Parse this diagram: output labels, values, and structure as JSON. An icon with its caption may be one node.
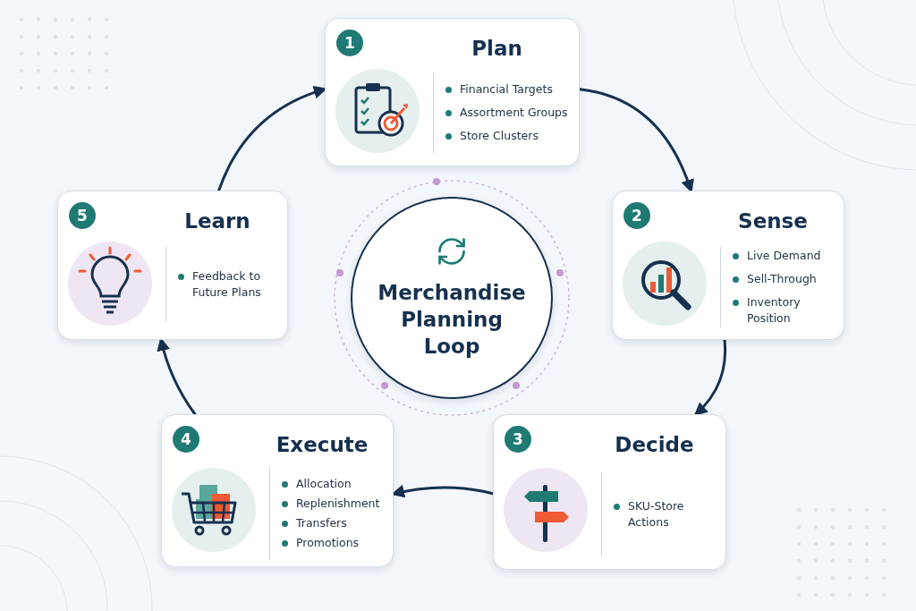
{
  "diagram": {
    "nodes": [
      {
        "text": [
          "1",
          "Plan",
          "Financial Targets",
          "Assortment Groups",
          "Store Clusters"
        ]
      },
      {
        "text": [
          "2",
          "Sense",
          "Live Demand",
          "Sell-Through",
          "Inventory Position"
        ]
      },
      {
        "text": [
          "3",
          "Decide",
          "SKU-Store Actions"
        ]
      },
      {
        "text": [
          "4",
          "Execute",
          "Allocation",
          "Replenishment",
          "Transfers",
          "Promotions"
        ]
      },
      {
        "text": [
          "5",
          "Learn",
          "Feedback to Future Plans"
        ]
      },
      {
        "text": [
          "Merchandise Planning Loop"
        ]
      }
    ],
    "edges": [
      {
        "from": 0,
        "to": 1,
        "arrow": "to"
      },
      {
        "from": 1,
        "to": 2,
        "arrow": "to"
      },
      {
        "from": 2,
        "to": 3,
        "arrow": "to"
      },
      {
        "from": 3,
        "to": 4,
        "arrow": "to"
      },
      {
        "from": 4,
        "to": 0,
        "arrow": "to"
      }
    ]
  }
}
